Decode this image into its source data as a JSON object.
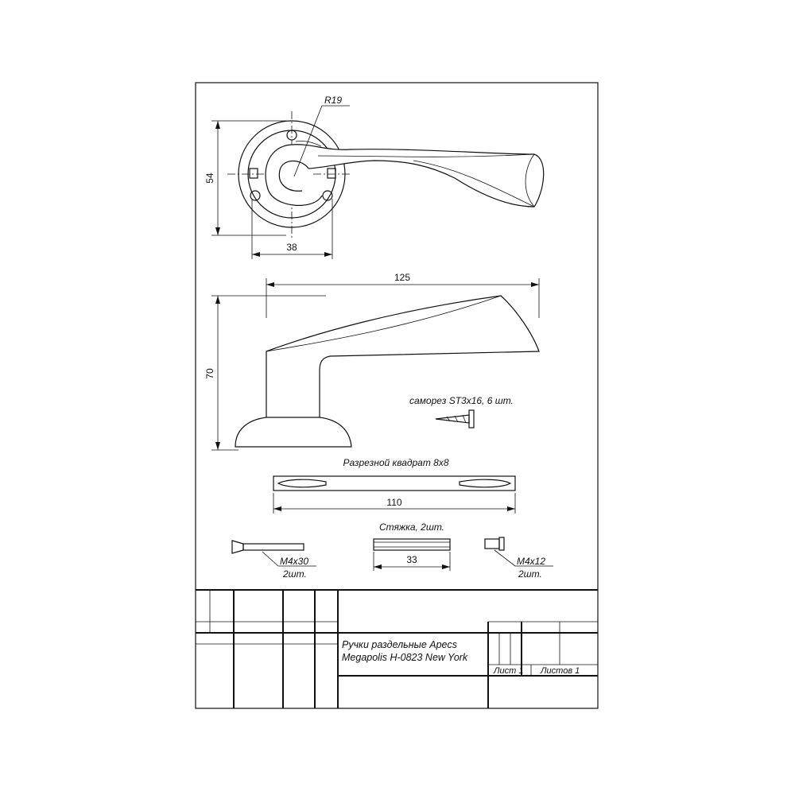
{
  "drawing": {
    "top_view": {
      "radius_label": "R19",
      "height_dim": "54",
      "width_dim": "38"
    },
    "side_view": {
      "length_dim": "125",
      "height_dim": "70"
    },
    "screw": {
      "label": "саморез ST3x16, 6 шт."
    },
    "square_bar": {
      "label": "Разрезной квадрат 8x8",
      "length_dim": "110"
    },
    "tie": {
      "label": "Стяжка, 2шт.",
      "length_dim": "33"
    },
    "bolt_long": {
      "size": "M4x30",
      "qty": "2шт."
    },
    "bolt_short": {
      "size": "M4x12",
      "qty": "2шт."
    }
  },
  "title_block": {
    "title_line1": "Ручки раздельные Apecs",
    "title_line2": "Megapolis H-0823 New York",
    "sheet": "Лист 1",
    "sheets": "Листов 1"
  }
}
